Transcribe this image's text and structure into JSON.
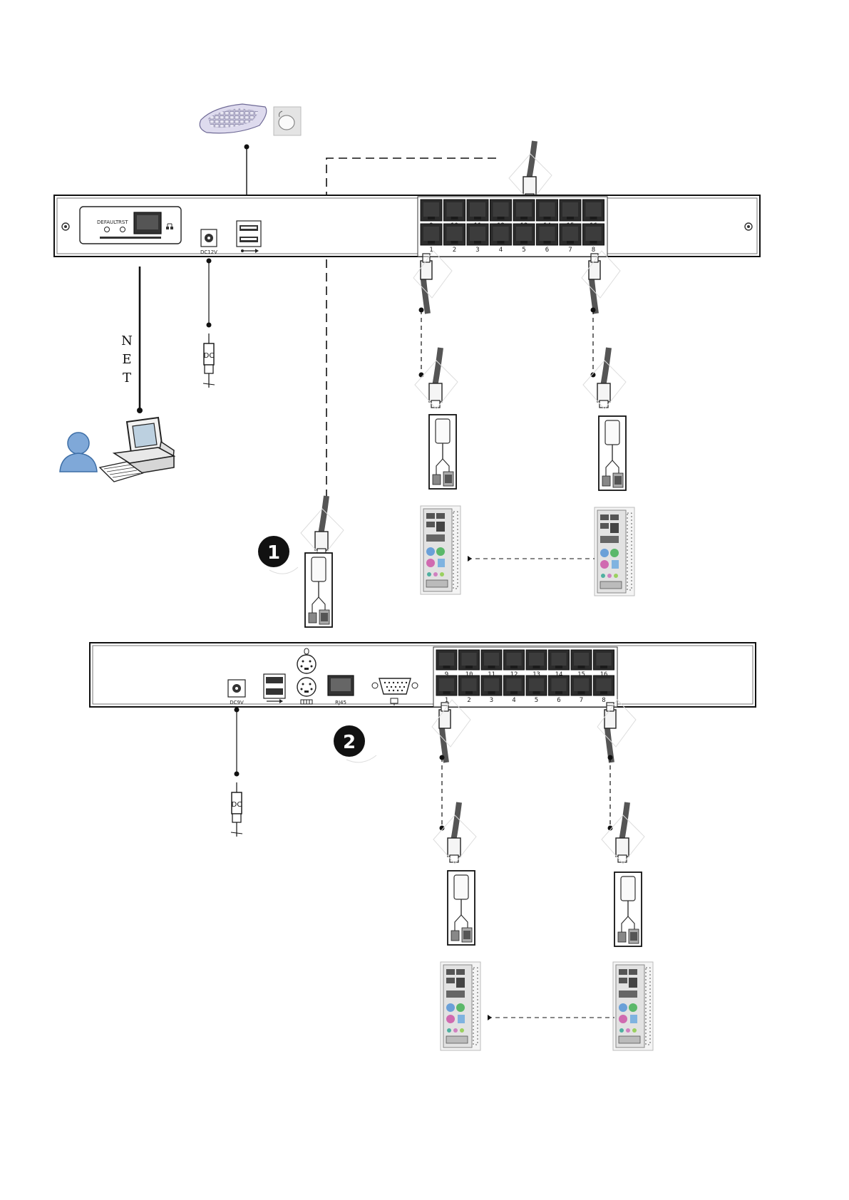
{
  "unit_a": {
    "buttons": [
      "DEFAULT",
      "RST"
    ],
    "power_label": "DC12V",
    "port_numbers_top": [
      "9",
      "10",
      "11",
      "12",
      "13",
      "14",
      "15",
      "16"
    ],
    "port_numbers_bottom": [
      "1",
      "2",
      "3",
      "4",
      "5",
      "6",
      "7",
      "8"
    ]
  },
  "unit_b": {
    "power_label": "DC9V",
    "lan_label": "RJ45",
    "port_numbers_top": [
      "9",
      "10",
      "11",
      "12",
      "13",
      "14",
      "15",
      "16"
    ],
    "port_numbers_bottom": [
      "1",
      "2",
      "3",
      "4",
      "5",
      "6",
      "7",
      "8"
    ]
  },
  "net_label": [
    "N",
    "E",
    "T"
  ],
  "badges": [
    "1",
    "2"
  ]
}
